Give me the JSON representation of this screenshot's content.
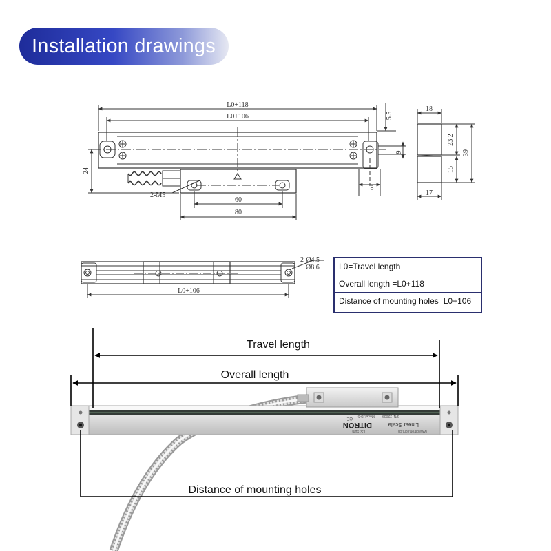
{
  "title": "Installation drawings",
  "top_view": {
    "overall_dim": "L0+118",
    "holes_dim": "L0+106",
    "height_dim": "24",
    "offset_dim": "5.5",
    "reader_screw": "2-M5",
    "reader_hole_dim": "60",
    "reader_len_dim": "80",
    "end_height_dim": "9",
    "end_width_dim": "8"
  },
  "side_view": {
    "top_width": "18",
    "bottom_width": "17",
    "upper_height": "23.2",
    "lower_height": "15",
    "total_height": "39"
  },
  "front_view": {
    "holes_dim": "L0+106",
    "hole_spec_1": "2-Ø4.5",
    "hole_spec_2": "Ø8.6"
  },
  "legend": {
    "row1": "L0=Travel length",
    "row2": "Overall length =L0+118",
    "row3": "Distance of mounting holes=L0+106"
  },
  "photo": {
    "travel_label": "Travel length",
    "overall_label": "Overall length",
    "holes_label": "Distance of mounting holes",
    "brand": "DITRON",
    "product": "Linear Scale",
    "marking_1": "Model: D-5",
    "marking_2": "S/N: 22039",
    "marking_3": "www.ditron.com.cn",
    "marking_4": "LS: 5μm",
    "marking_5": "CE"
  }
}
